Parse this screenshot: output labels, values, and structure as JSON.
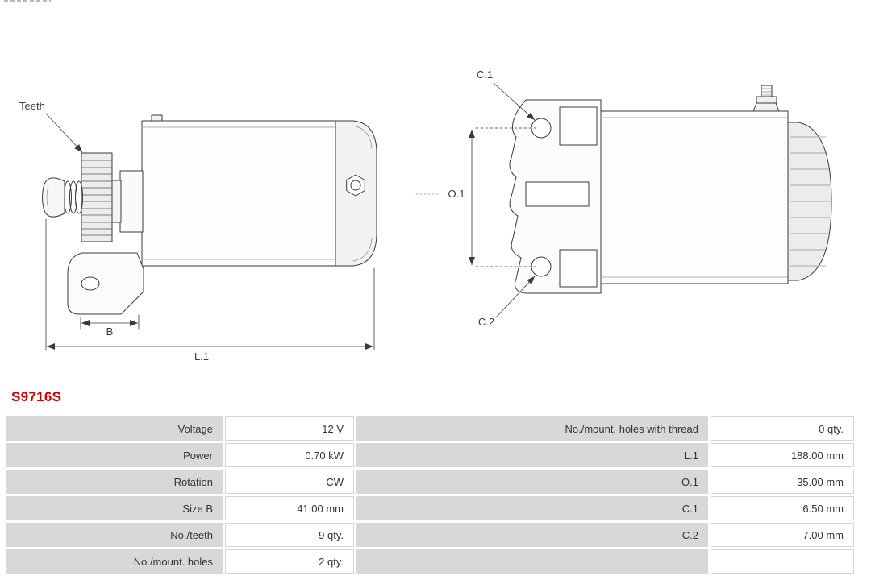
{
  "part_number": "S9716S",
  "theme": {
    "accent_red": "#cc0000",
    "table_label_gray": "#d8d8d8",
    "line_color": "#3a3a3a"
  },
  "diagram": {
    "labels": {
      "teeth": "Teeth",
      "b": "B",
      "l1": "L.1",
      "o1": "O.1",
      "c1": "C.1",
      "c2": "C.2"
    }
  },
  "table": {
    "rows": [
      {
        "left_label": "Voltage",
        "left_value": "12 V",
        "right_label": "No./mount. holes with thread",
        "right_value": "0 qty."
      },
      {
        "left_label": "Power",
        "left_value": "0.70 kW",
        "right_label": "L.1",
        "right_value": "188.00 mm"
      },
      {
        "left_label": "Rotation",
        "left_value": "CW",
        "right_label": "O.1",
        "right_value": "35.00 mm"
      },
      {
        "left_label": "Size B",
        "left_value": "41.00 mm",
        "right_label": "C.1",
        "right_value": "6.50 mm"
      },
      {
        "left_label": "No./teeth",
        "left_value": "9 qty.",
        "right_label": "C.2",
        "right_value": "7.00 mm"
      },
      {
        "left_label": "No./mount. holes",
        "left_value": "2 qty.",
        "right_label": "",
        "right_value": ""
      }
    ]
  }
}
